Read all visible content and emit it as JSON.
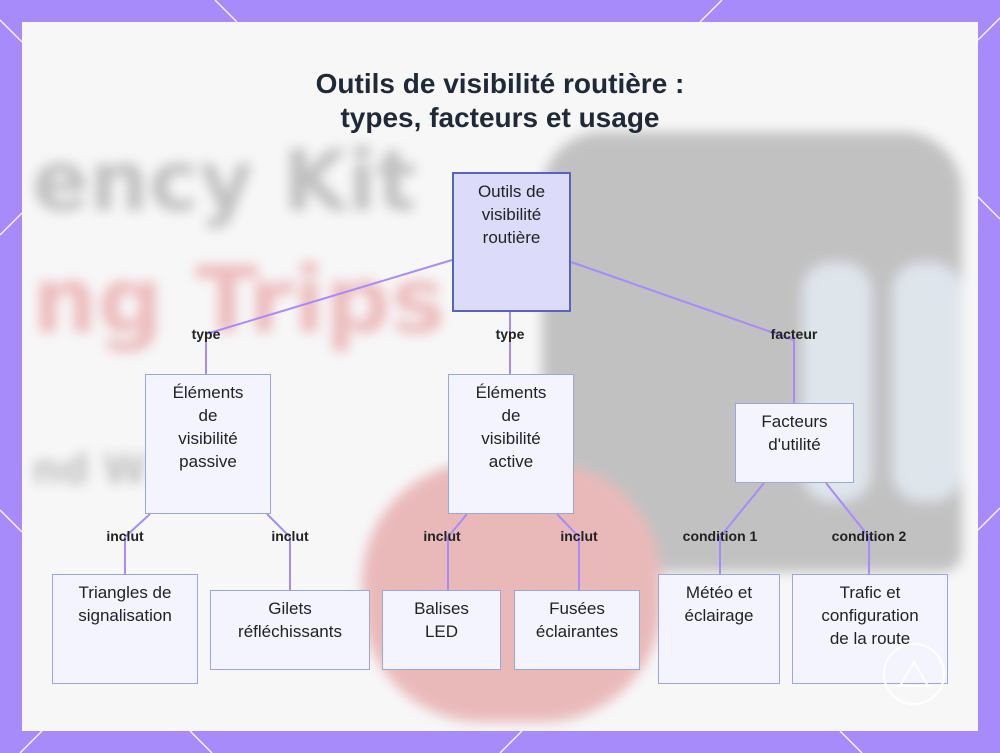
{
  "diagram": {
    "title_line1": "Outils de visibilité routière :",
    "title_line2": "types, facteurs et usage",
    "background_text": {
      "line1": "ency Kit",
      "line2": "ng Trips",
      "line3": "nd W"
    },
    "nodes": {
      "root": "Outils de\nvisibilité\nroutière",
      "passive": "Éléments\nde\nvisibilité\npassive",
      "active": "Éléments\nde\nvisibilité\nactive",
      "factors": "Facteurs\nd'utilité",
      "triangles": "Triangles de\nsignalisation",
      "gilets": "Gilets\nréfléchissants",
      "balises": "Balises\nLED",
      "fusees": "Fusées\néclairantes",
      "meteo": "Météo et\néclairage",
      "trafic": "Trafic et\nconfiguration\nde la route"
    },
    "edges": {
      "root_passive": "type",
      "root_active": "type",
      "root_factors": "facteur",
      "passive_triangles": "inclut",
      "passive_gilets": "inclut",
      "active_balises": "inclut",
      "active_fusees": "inclut",
      "factors_meteo": "condition 1",
      "factors_trafic": "condition 2"
    },
    "colors": {
      "frame": "#a78bfa",
      "edge": "#a78bfa",
      "root_fill": "#dcdcfa",
      "root_border": "#5963bf",
      "node_fill": "#f4f4ff",
      "node_border": "#9aa6e0"
    }
  }
}
